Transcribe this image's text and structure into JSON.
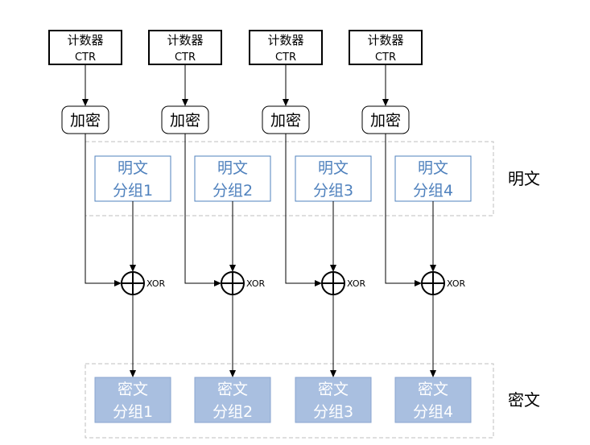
{
  "counter": {
    "title": "计数器",
    "sub": "CTR"
  },
  "encrypt_label": "加密",
  "xor_label": "XOR",
  "plaintext_blocks": [
    {
      "line1": "明文",
      "line2": "分组1"
    },
    {
      "line1": "明文",
      "line2": "分组2"
    },
    {
      "line1": "明文",
      "line2": "分组3"
    },
    {
      "line1": "明文",
      "line2": "分组4"
    }
  ],
  "ciphertext_blocks": [
    {
      "line1": "密文",
      "line2": "分组1"
    },
    {
      "line1": "密文",
      "line2": "分组2"
    },
    {
      "line1": "密文",
      "line2": "分组3"
    },
    {
      "line1": "密文",
      "line2": "分组4"
    }
  ],
  "group_labels": {
    "plaintext": "明文",
    "ciphertext": "密文"
  },
  "colors": {
    "plaintext_border": "#4f81bd",
    "plaintext_text": "#4f81bd",
    "ciphertext_fill": "#a9bfe0",
    "ciphertext_text": "#ffffff",
    "group_border": "#bfbfbf"
  }
}
